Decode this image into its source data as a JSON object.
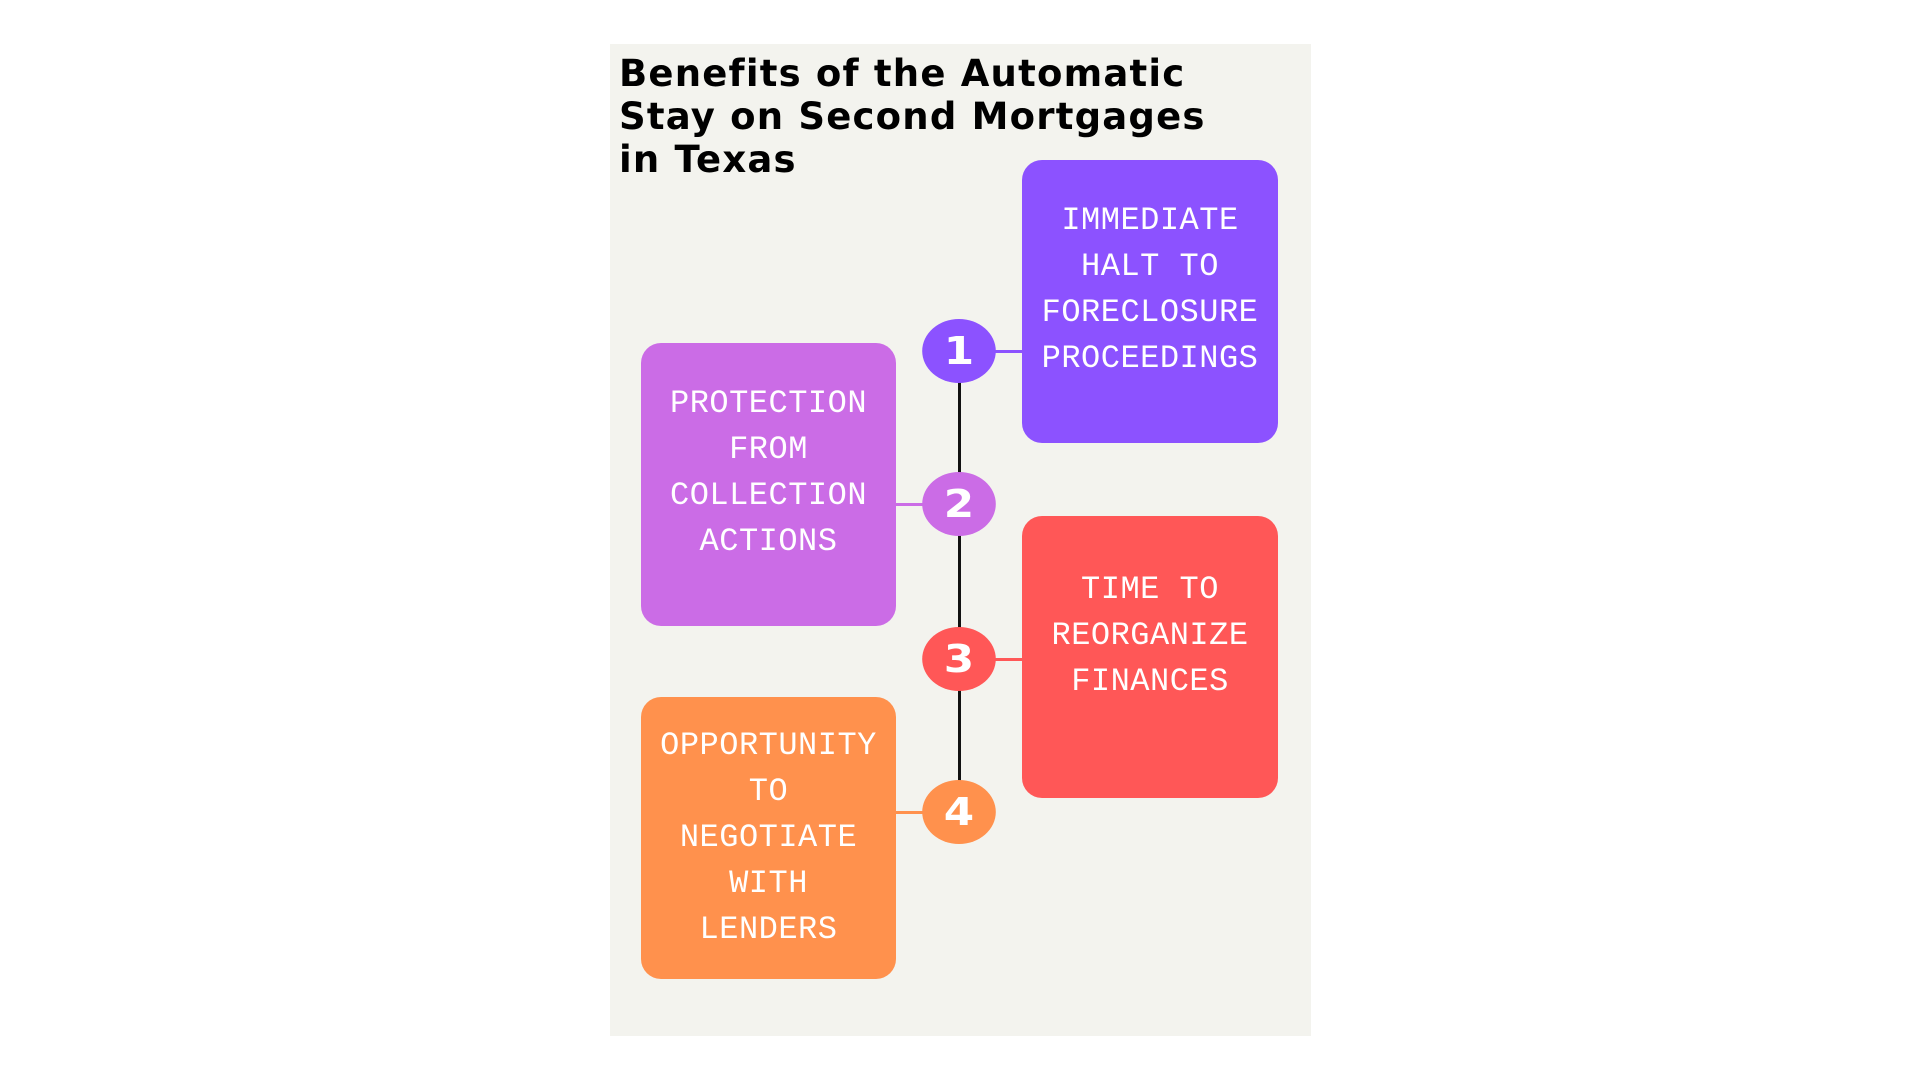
{
  "title": {
    "lines": [
      "Benefits of the Automatic",
      "Stay on Second Mortgages",
      "in Texas"
    ]
  },
  "colors": {
    "background": "#f3f3ee",
    "step1": "#8c52ff",
    "step2": "#cb6ce6",
    "step3": "#ff5757",
    "step4": "#ff914d",
    "spine": "#111111",
    "text_on_box": "#ffffff",
    "title_text": "#000000"
  },
  "steps": [
    {
      "number": "1",
      "side": "right",
      "lines": [
        "IMMEDIATE",
        "HALT TO",
        "FORECLOSURE",
        "PROCEEDINGS"
      ]
    },
    {
      "number": "2",
      "side": "left",
      "lines": [
        "PROTECTION",
        "FROM",
        "COLLECTION",
        "ACTIONS"
      ]
    },
    {
      "number": "3",
      "side": "right",
      "lines": [
        "TIME TO",
        "REORGANIZE",
        "FINANCES"
      ]
    },
    {
      "number": "4",
      "side": "left",
      "lines": [
        "OPPORTUNITY",
        "TO",
        "NEGOTIATE",
        "WITH",
        "LENDERS"
      ]
    }
  ]
}
